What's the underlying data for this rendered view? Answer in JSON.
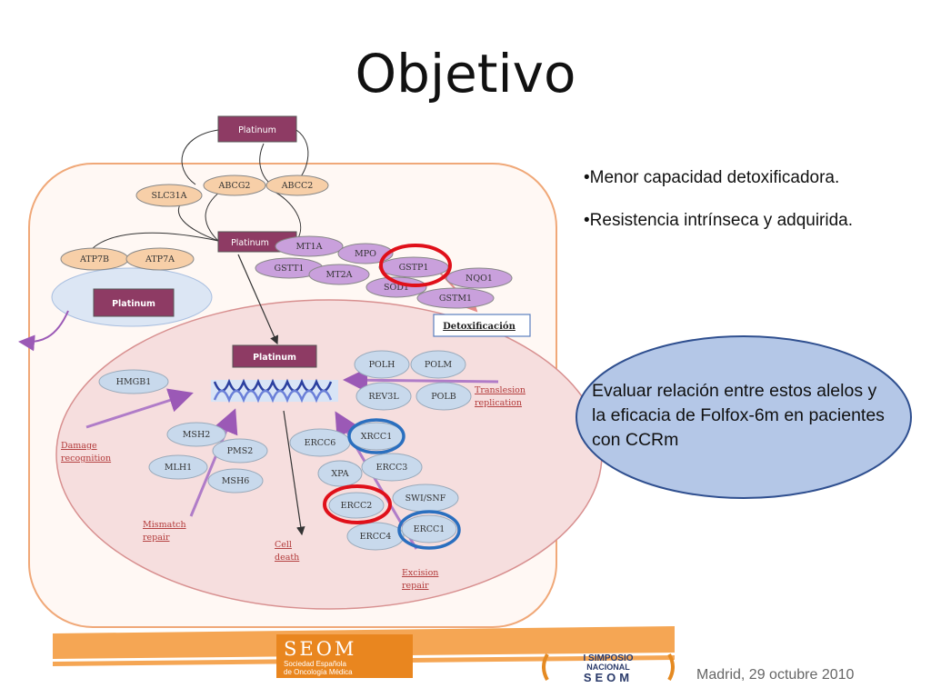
{
  "slide": {
    "title": "Objetivo",
    "bullets": [
      "•Menor capacidad detoxificadora.",
      "•Resistencia intrínseca y adquirida."
    ],
    "callout": "Evaluar relación entre estos alelos y la eficacia de Folfox-6m en pacientes con CCRm",
    "footer_date": "Madrid, 29 octubre 2010"
  },
  "logos": {
    "seom_name": "SEOM",
    "seom_sub_1": "Sociedad Española",
    "seom_sub_2": "de Oncología Médica",
    "simposio_1": "I SIMPOSIO",
    "simposio_2": "NACIONAL",
    "simposio_3": "SEOM"
  },
  "diagram": {
    "platinum_boxes": [
      "Platinum",
      "Platinum",
      "Platinum",
      "Platinum"
    ],
    "transporters": [
      "ABCG2",
      "ABCC2",
      "SLC31A",
      "ATP7B",
      "ATP7A"
    ],
    "detox_genes": [
      "MT1A",
      "MPO",
      "GSTT1",
      "MT2A",
      "GSTP1",
      "NQO1",
      "SOD1",
      "GSTM1"
    ],
    "detox_label": "Detoxificación",
    "nucleus_genes": {
      "damage": [
        "HMGB1"
      ],
      "mismatch": [
        "MSH2",
        "PMS2",
        "MLH1",
        "MSH6"
      ],
      "translesion": [
        "POLH",
        "POLM",
        "REV3L",
        "POLB"
      ],
      "excision": [
        "ERCC6",
        "XRCC1",
        "XPA",
        "ERCC3",
        "SWI/SNF",
        "ERCC2",
        "ERCC1",
        "ERCC4"
      ]
    },
    "pathway_labels": {
      "translesion_1": "Translesion",
      "translesion_2": "replication",
      "damage_1": "Damage",
      "damage_2": "recognition",
      "mismatch_1": "Mismatch",
      "mismatch_2": "repair",
      "death_1": "Cell",
      "death_2": "death",
      "excision_1": "Excision",
      "excision_2": "repair"
    },
    "colors": {
      "gene_orange": "#f7cfa8",
      "gene_purple": "#c9a0dc",
      "gene_blue": "#c8d9ec",
      "platinum_box": "#8e3b64",
      "highlight_red": "#e0101a",
      "highlight_blue": "#2a6fbf",
      "callout_fill": "#b4c7e7",
      "callout_border": "#2f4f8f"
    }
  }
}
